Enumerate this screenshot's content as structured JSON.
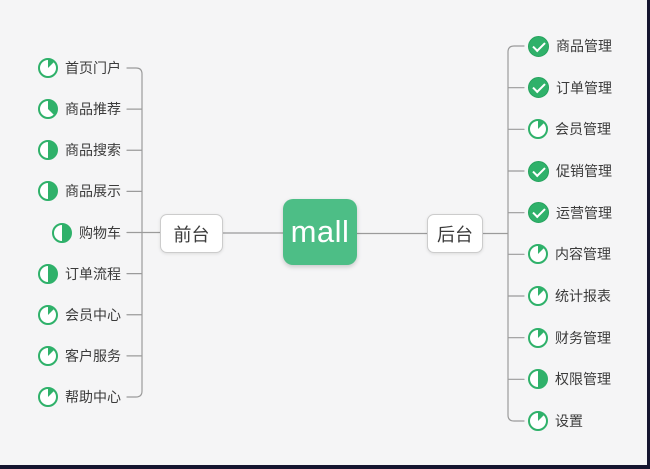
{
  "root": {
    "label": "mall"
  },
  "branches": {
    "left": {
      "label": "前台",
      "items": [
        {
          "label": "首页门户",
          "icon": "task-progress",
          "progress": 0.125,
          "progress_fraction": "1/8"
        },
        {
          "label": "商品推荐",
          "icon": "task-progress",
          "progress": 0.375,
          "progress_fraction": "3/8"
        },
        {
          "label": "商品搜索",
          "icon": "task-progress",
          "progress": 0.5,
          "progress_fraction": "1/2"
        },
        {
          "label": "商品展示",
          "icon": "task-progress",
          "progress": 0.5,
          "progress_fraction": "1/2"
        },
        {
          "label": "购物车",
          "icon": "task-progress",
          "progress": 0.5,
          "progress_fraction": "1/2"
        },
        {
          "label": "订单流程",
          "icon": "task-progress",
          "progress": 0.5,
          "progress_fraction": "1/2"
        },
        {
          "label": "会员中心",
          "icon": "task-progress",
          "progress": 0.125,
          "progress_fraction": "1/8"
        },
        {
          "label": "客户服务",
          "icon": "task-progress",
          "progress": 0.125,
          "progress_fraction": "1/8"
        },
        {
          "label": "帮助中心",
          "icon": "task-progress",
          "progress": 0.125,
          "progress_fraction": "1/8"
        }
      ]
    },
    "right": {
      "label": "后台",
      "items": [
        {
          "label": "商品管理",
          "icon": "task-done-check"
        },
        {
          "label": "订单管理",
          "icon": "task-done-check"
        },
        {
          "label": "会员管理",
          "icon": "task-progress",
          "progress": 0.125,
          "progress_fraction": "1/8"
        },
        {
          "label": "促销管理",
          "icon": "task-done-check"
        },
        {
          "label": "运营管理",
          "icon": "task-done-check"
        },
        {
          "label": "内容管理",
          "icon": "task-progress",
          "progress": 0.125,
          "progress_fraction": "1/8"
        },
        {
          "label": "统计报表",
          "icon": "task-progress",
          "progress": 0.125,
          "progress_fraction": "1/8"
        },
        {
          "label": "财务管理",
          "icon": "task-progress",
          "progress": 0.125,
          "progress_fraction": "1/8"
        },
        {
          "label": "权限管理",
          "icon": "task-progress",
          "progress": 0.5,
          "progress_fraction": "1/2"
        },
        {
          "label": "设置",
          "icon": "task-progress",
          "progress": 0.125,
          "progress_fraction": "1/8"
        }
      ]
    }
  },
  "colors": {
    "background": "#f5f5f6",
    "canvas_edge": "#15152f",
    "root_green": "#4dbe86",
    "icon_green": "#2fb16a",
    "icon_green_dark": "#25a35d",
    "connector": "#9b9b9b",
    "node_border": "#cccccc",
    "text": "#3b3b3b",
    "root_text": "#ffffff"
  }
}
